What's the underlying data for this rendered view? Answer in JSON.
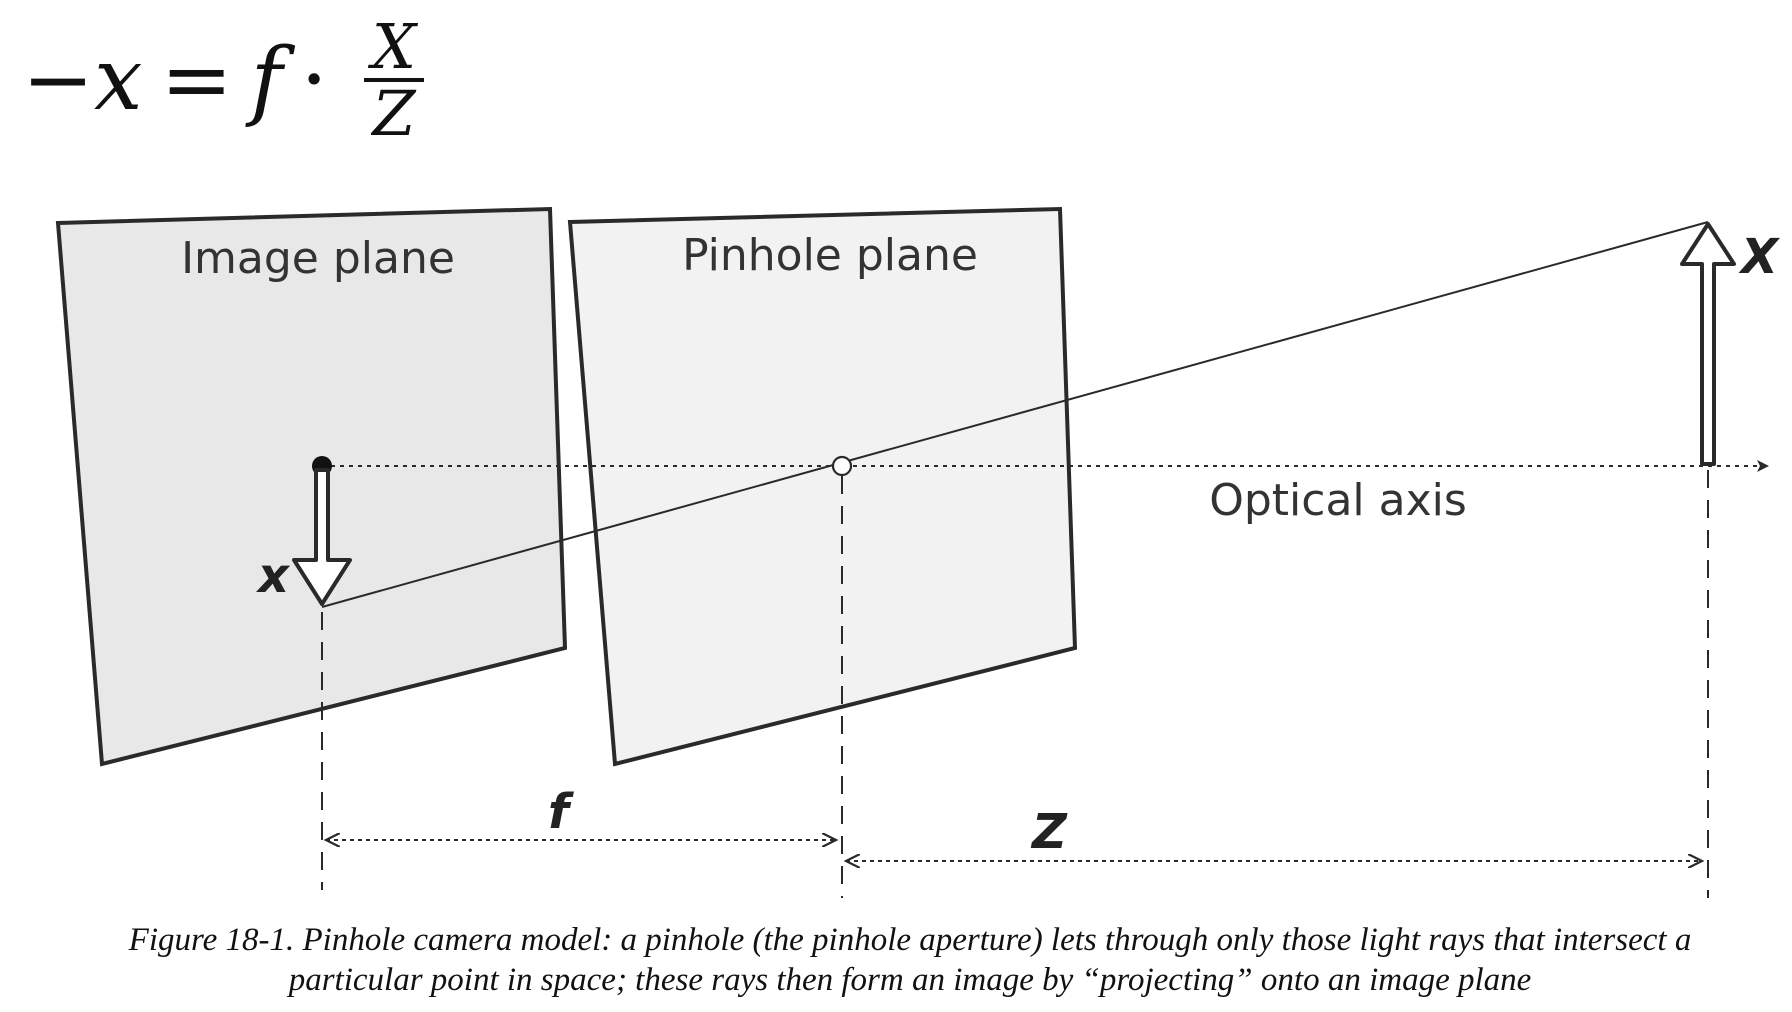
{
  "formula": {
    "lhs": "−x",
    "equals": "=",
    "f": "f",
    "dot": "·",
    "numerator": "X",
    "denominator": "Z"
  },
  "diagram": {
    "image_plane_label": "Image plane",
    "pinhole_plane_label": "Pinhole plane",
    "optical_axis_label": "Optical axis",
    "image_point_label": "x",
    "object_label": "X",
    "focal_label": "f",
    "distance_label": "Z",
    "colors": {
      "plane_fill": "#e8e8e8",
      "plane_fill_light": "#f2f2f2",
      "stroke": "#2a2a2a"
    }
  },
  "caption": "Figure 18-1. Pinhole camera model: a pinhole (the pinhole aperture) lets through only those light rays that intersect a particular point in space; these rays then form an image by “projecting” onto an image plane"
}
